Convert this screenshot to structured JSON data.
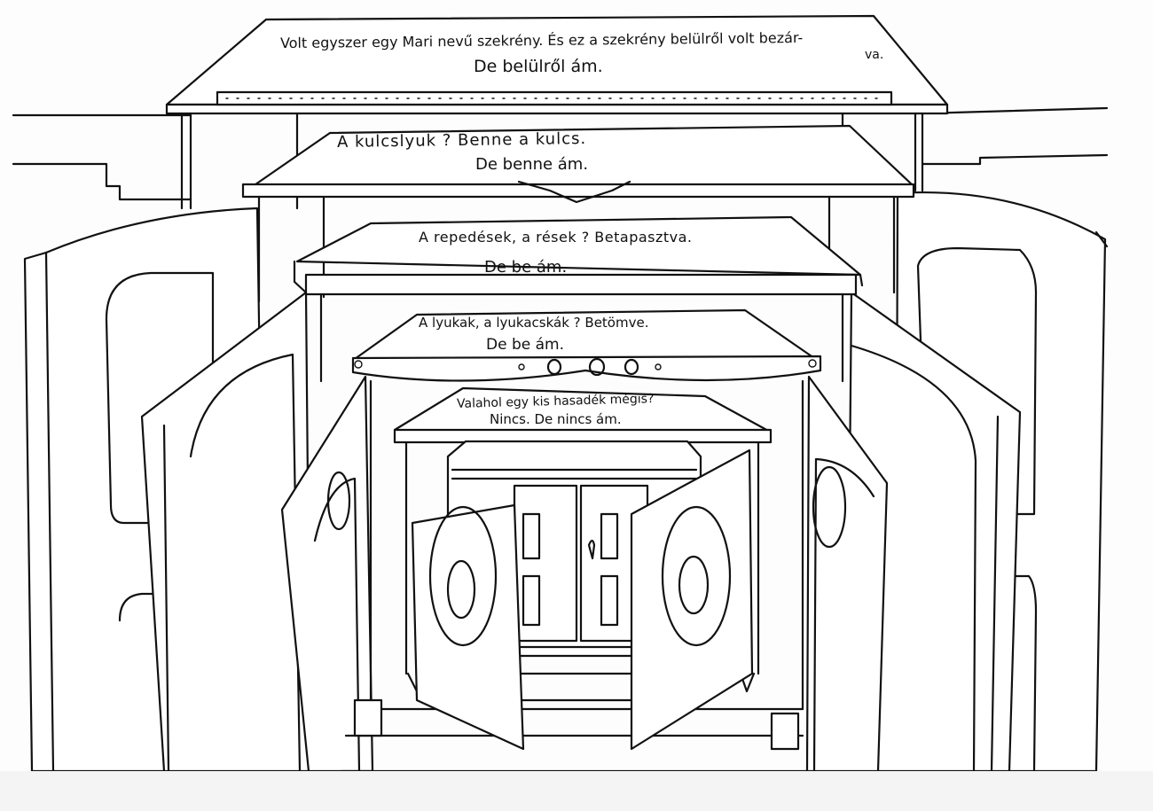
{
  "drawing": {
    "levels": [
      {
        "line1": "Volt egyszer egy Mari nevű szekrény. És ez a szekrény belülről volt bezár-",
        "line1_tail": "va.",
        "line2": "De belülről ám."
      },
      {
        "line1": "A kulcslyuk ?   Benne  a  kulcs.",
        "line2": "De benne ám."
      },
      {
        "line1": "A repedések, a rések ?  Betapasztva.",
        "line2": "De be ám."
      },
      {
        "line1": "A lyukak, a lyukacskák ?  Betömve.",
        "line2": "De be ám."
      },
      {
        "line1": "Valahol egy kis hasadék mégis?",
        "line2": "Nincs. De nincs ám."
      }
    ]
  }
}
